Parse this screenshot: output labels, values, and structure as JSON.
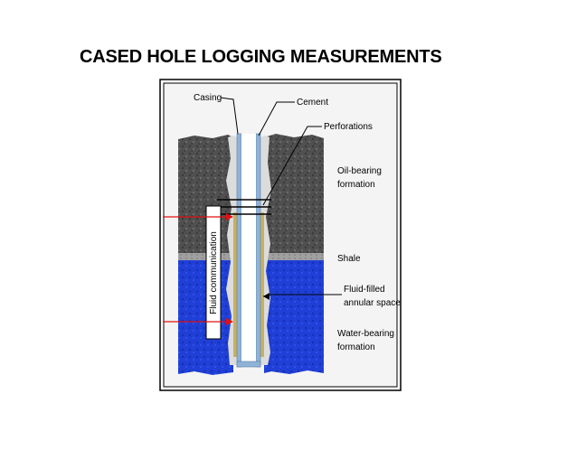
{
  "title": "CASED HOLE LOGGING MEASUREMENTS",
  "labels": {
    "casing": "Casing",
    "cement": "Cement",
    "perforations": "Perforations",
    "oil_bearing_1": "Oil-bearing",
    "oil_bearing_2": "formation",
    "shale": "Shale",
    "fluid_filled_1": "Fluid-filled",
    "fluid_filled_2": "annular space",
    "water_bearing_1": "Water-bearing",
    "water_bearing_2": "formation",
    "fluid_communication": "Fluid communication"
  },
  "colors": {
    "oil_formation": "#5a5a5a",
    "shale": "#9a9a9a",
    "water_formation": "#1f3fd6",
    "casing": "#8fb2d6",
    "cement": "#d9d9d9",
    "annulus_fluid": "#c8b060",
    "arrow_red": "#e01010",
    "frame_bg": "#f2f2f2"
  }
}
